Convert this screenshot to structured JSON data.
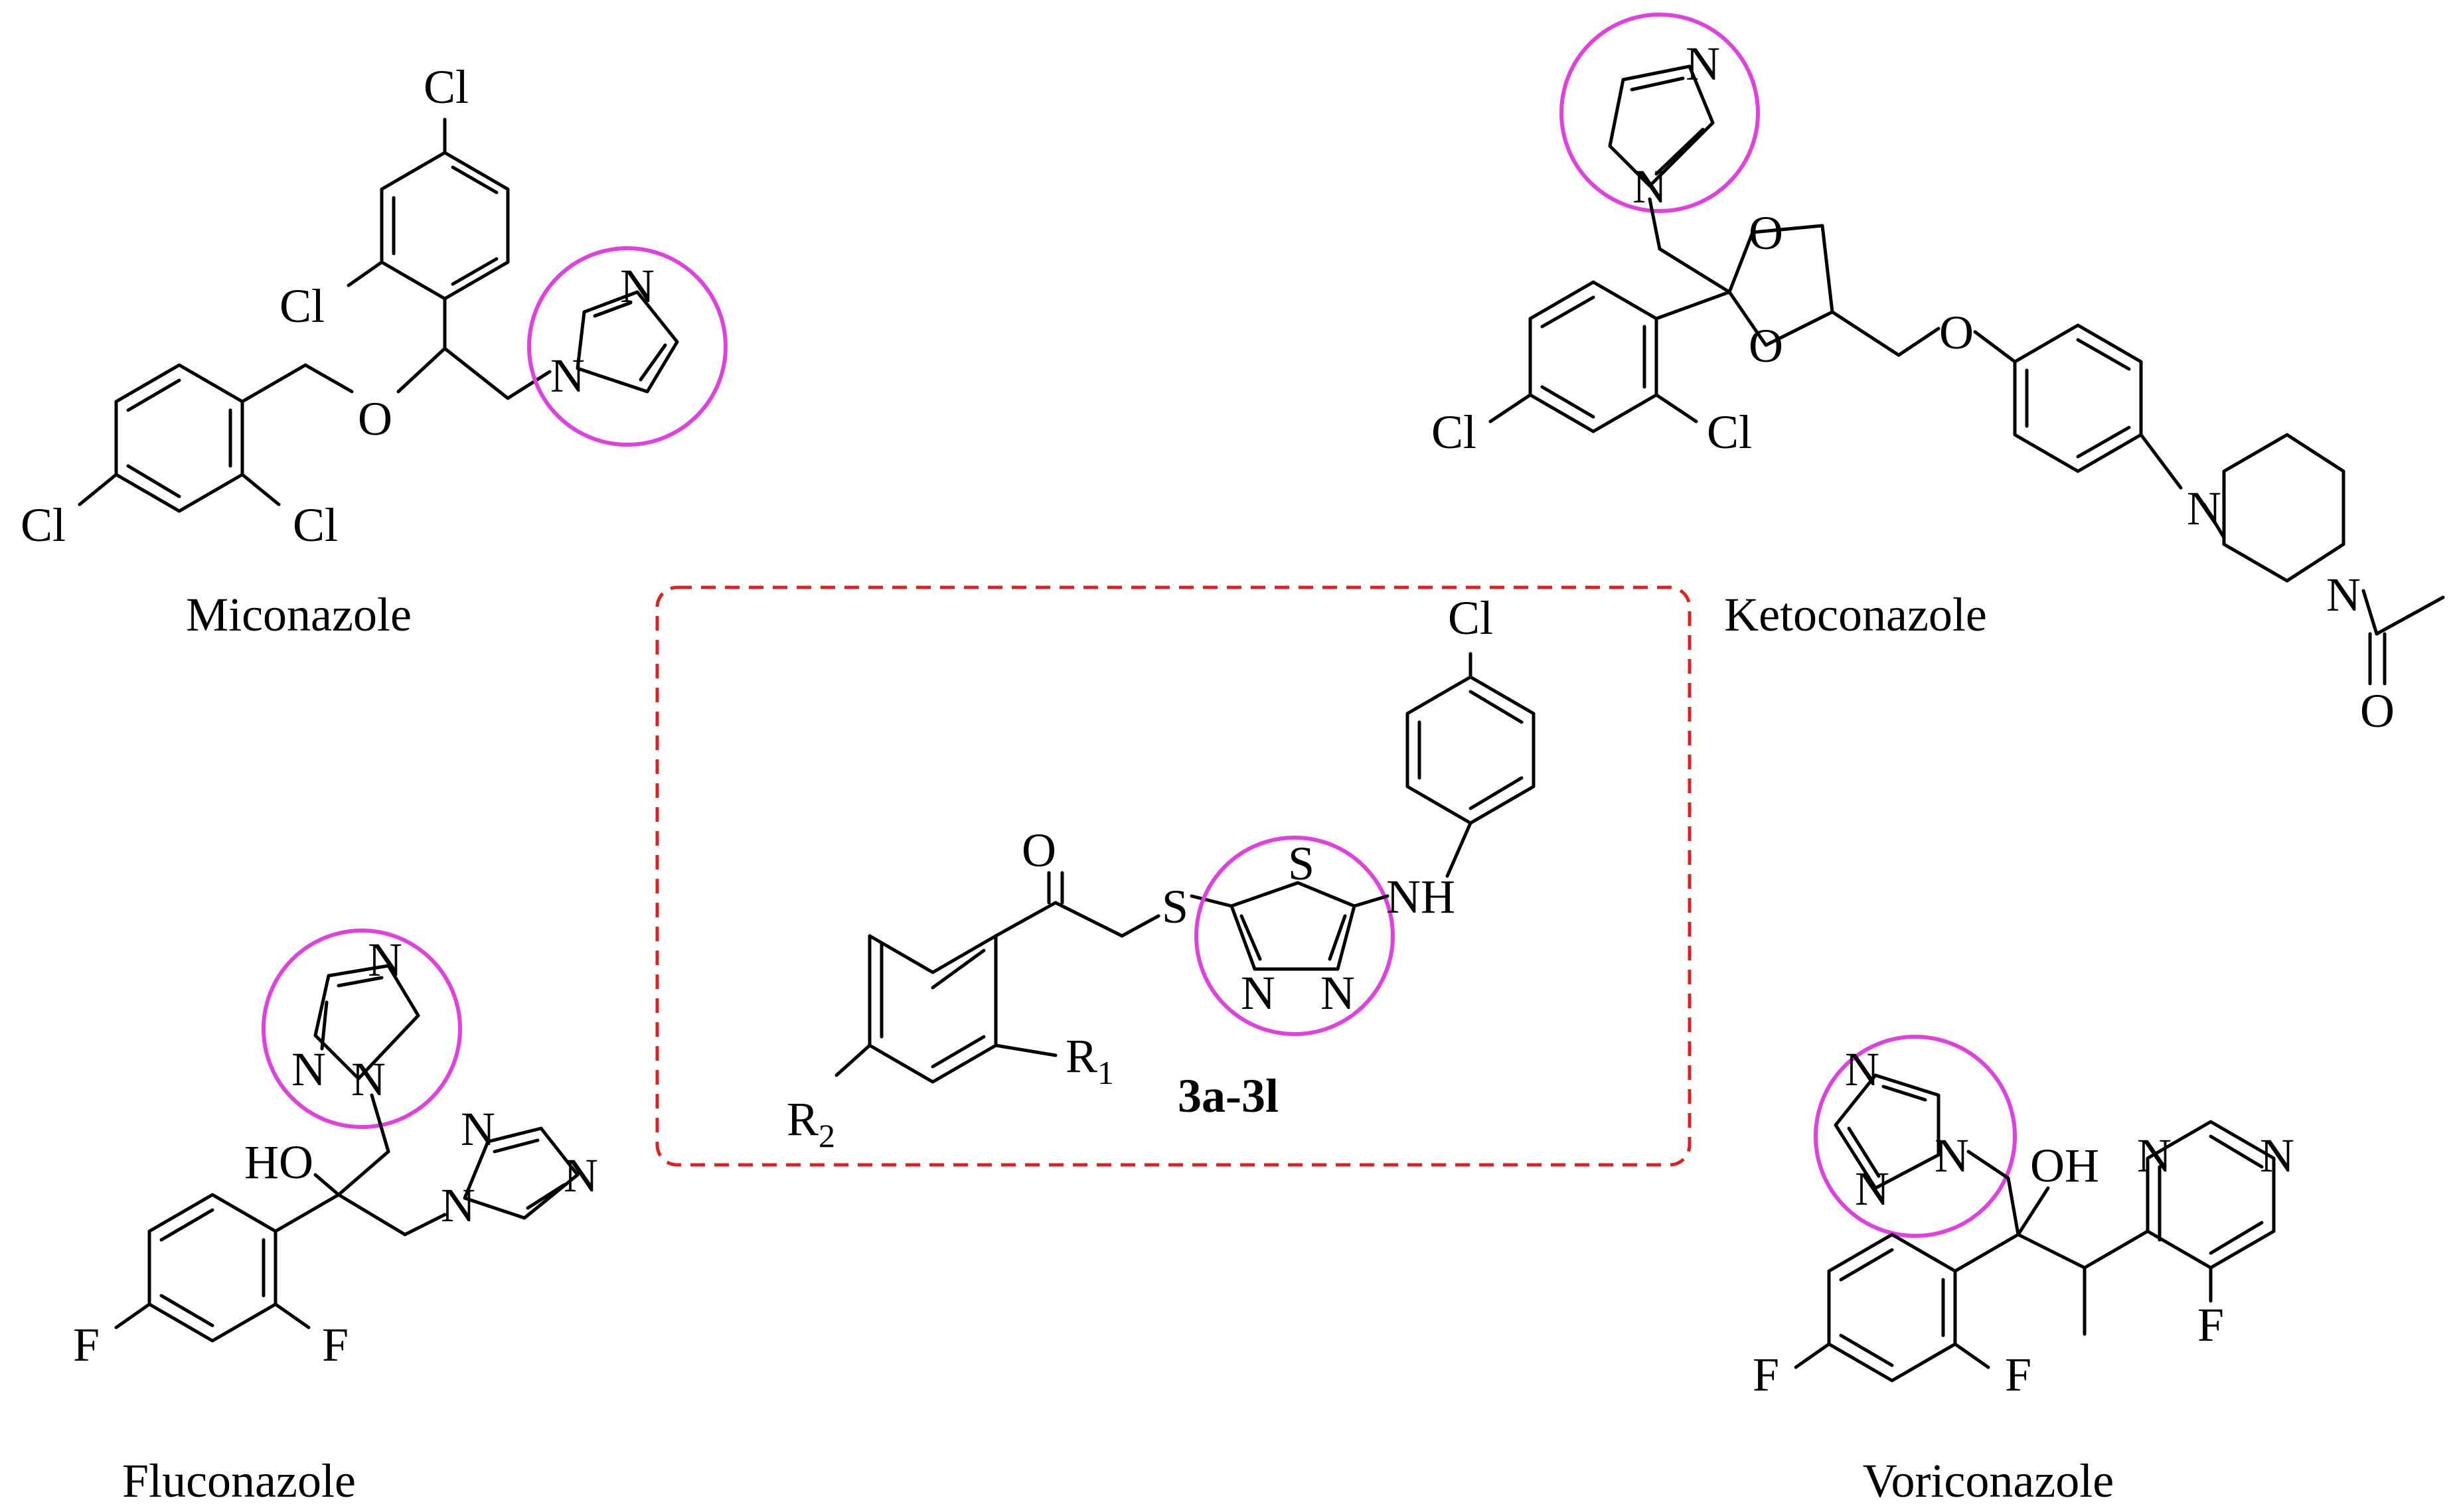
{
  "colors": {
    "highlight": "#e040e0",
    "dashed_box": "#e02020",
    "bond": "#000000"
  },
  "compounds": {
    "miconazole": {
      "name": "Miconazole",
      "atoms": {
        "cl_para_top": "Cl",
        "cl_ortho_top": "Cl",
        "o_ether": "O",
        "cl_para_bottom": "Cl",
        "cl_ortho_bottom": "Cl",
        "imid_n1": "N",
        "imid_n3": "N"
      }
    },
    "ketoconazole": {
      "name": "Ketoconazole",
      "atoms": {
        "imid_n3": "N",
        "imid_n1": "N",
        "o_dioxolane_1": "O",
        "o_dioxolane_2": "O",
        "o_ether": "O",
        "cl_para": "Cl",
        "cl_ortho": "Cl",
        "n_pip_1": "N",
        "n_pip_4": "N",
        "o_acetyl": "O"
      }
    },
    "target": {
      "label": "3a-3l",
      "atoms": {
        "o_ketone": "O",
        "s_thio": "S",
        "s_ring": "S",
        "n_ring_a": "N",
        "n_ring_b": "N",
        "nh": "NH",
        "cl": "Cl",
        "r1": "R",
        "r1_sub": "1",
        "r2": "R",
        "r2_sub": "2"
      }
    },
    "fluconazole": {
      "name": "Fluconazole",
      "atoms": {
        "tri1_n4": "N",
        "tri1_n2": "N",
        "tri1_n1": "N",
        "oh": "HO",
        "tri2_n1": "N",
        "tri2_n2": "N",
        "tri2_n4": "N",
        "f_para": "F",
        "f_ortho": "F"
      }
    },
    "voriconazole": {
      "name": "Voriconazole",
      "atoms": {
        "tri_n4": "N",
        "tri_n2": "N",
        "tri_n1": "N",
        "oh": "OH",
        "pyr_n1": "N",
        "pyr_n3": "N",
        "f_pyr": "F",
        "f_para": "F",
        "f_ortho": "F"
      }
    }
  }
}
